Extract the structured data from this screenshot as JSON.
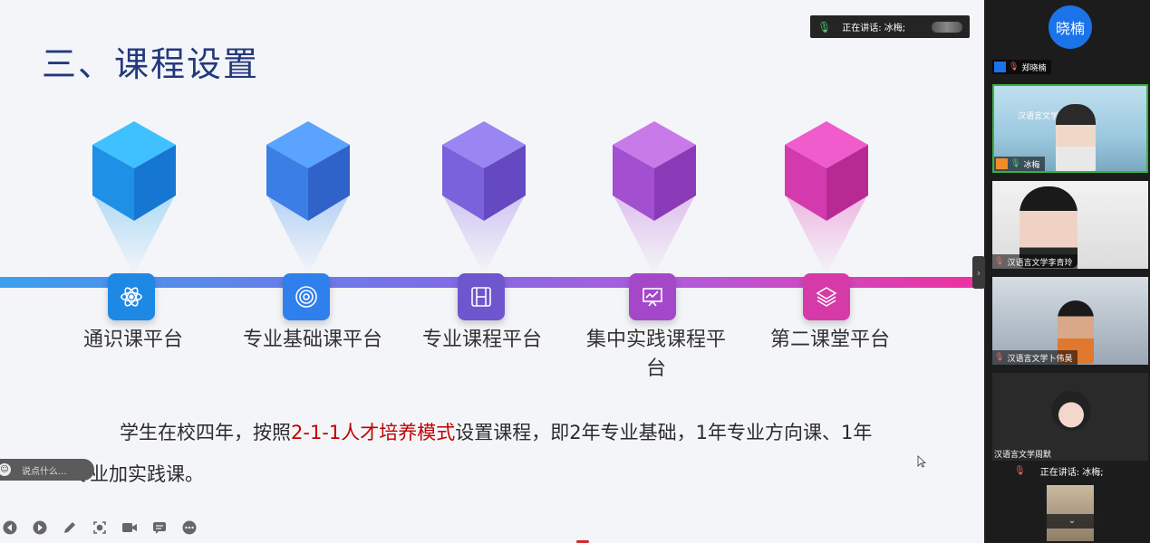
{
  "slide": {
    "title": "三、课程设置",
    "platforms": [
      {
        "label": "通识课平台",
        "icon": "atom-icon",
        "color_top": "#2aa8f2",
        "color_icon": "#1e88e5"
      },
      {
        "label": "专业基础课平台",
        "icon": "target-icon",
        "color_top": "#3c8df0",
        "color_icon": "#2f80ed"
      },
      {
        "label": "专业课程平台",
        "icon": "film-icon",
        "color_top": "#8a6ae6",
        "color_icon": "#6e56cf"
      },
      {
        "label": "集中实践课程平台",
        "icon": "presentation-icon",
        "color_top": "#b45ad8",
        "color_icon": "#a448c9"
      },
      {
        "label": "第二课堂平台",
        "icon": "layers-icon",
        "color_top": "#e43fb8",
        "color_icon": "#d63aa8"
      }
    ],
    "paragraph": {
      "before": "学生在校四年，按照",
      "highlight": "2-1-1人才培养模式",
      "after": "设置课程，即2年专业基础，1年专业方向课、1年专业加实践课。"
    }
  },
  "speaking_banner": {
    "text": "正在讲话: 冰梅;"
  },
  "chat_input": {
    "placeholder": "说点什么..."
  },
  "toolbar": [
    "prev-icon",
    "next-icon",
    "pen-icon",
    "screenshot-icon",
    "camera-icon",
    "chat-icon",
    "more-icon"
  ],
  "participants": [
    {
      "name": "郑晓楠",
      "avatar_text": "晓楠"
    },
    {
      "name": "冰梅",
      "video_title": "汉语言文学专业介绍"
    },
    {
      "name": "汉语言文学李青玲"
    },
    {
      "name": "汉语言文学卜伟昊"
    },
    {
      "name": "汉语言文学周默"
    }
  ],
  "bottom_banner": {
    "text": "正在讲话: 冰梅;"
  },
  "colors": {
    "title": "#23397e",
    "highlight": "#c00000",
    "accent": "#1a73e8"
  }
}
